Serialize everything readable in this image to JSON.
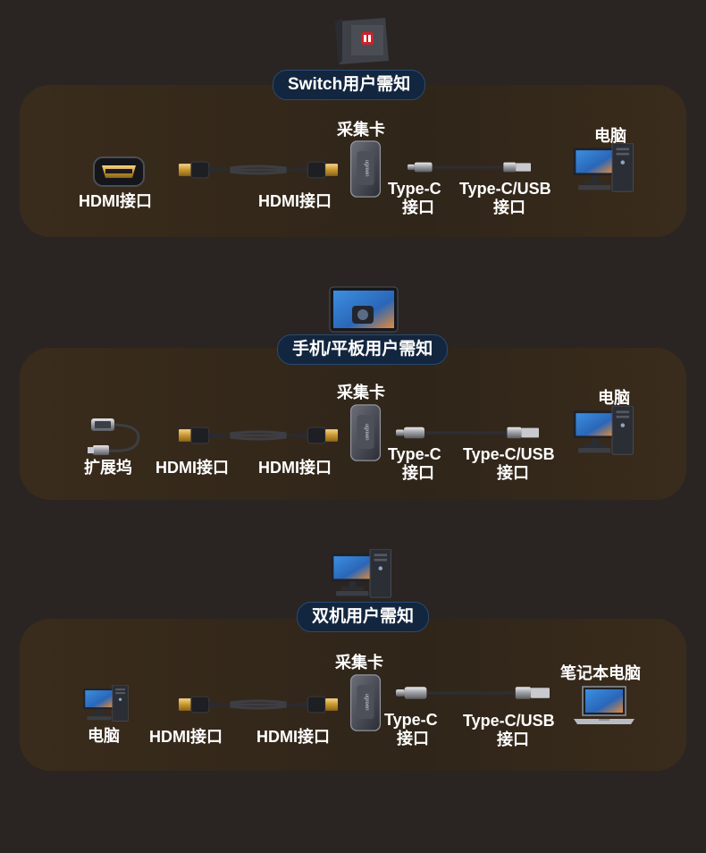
{
  "sections": [
    {
      "title": "Switch用户需知",
      "labels": {
        "source": "HDMI接口",
        "hdmi_cable": "HDMI接口",
        "capture_card": "采集卡",
        "typec_line1": "Type-C",
        "typec_line2": "接口",
        "usb_line1": "Type-C/USB",
        "usb_line2": "接口",
        "target": "电脑"
      }
    },
    {
      "title": "手机/平板用户需知",
      "labels": {
        "source": "扩展坞",
        "hdmi_left": "HDMI接口",
        "hdmi_cable": "HDMI接口",
        "capture_card": "采集卡",
        "typec_line1": "Type-C",
        "typec_line2": "接口",
        "usb_line1": "Type-C/USB",
        "usb_line2": "接口",
        "target": "电脑"
      }
    },
    {
      "title": "双机用户需知",
      "labels": {
        "source": "电脑",
        "hdmi_left": "HDMI接口",
        "hdmi_cable": "HDMI接口",
        "capture_card": "采集卡",
        "typec_line1": "Type-C",
        "typec_line2": "接口",
        "usb_line1": "Type-C/USB",
        "usb_line2": "接口",
        "target": "笔记本电脑"
      }
    }
  ],
  "card_brand": "ugreen"
}
